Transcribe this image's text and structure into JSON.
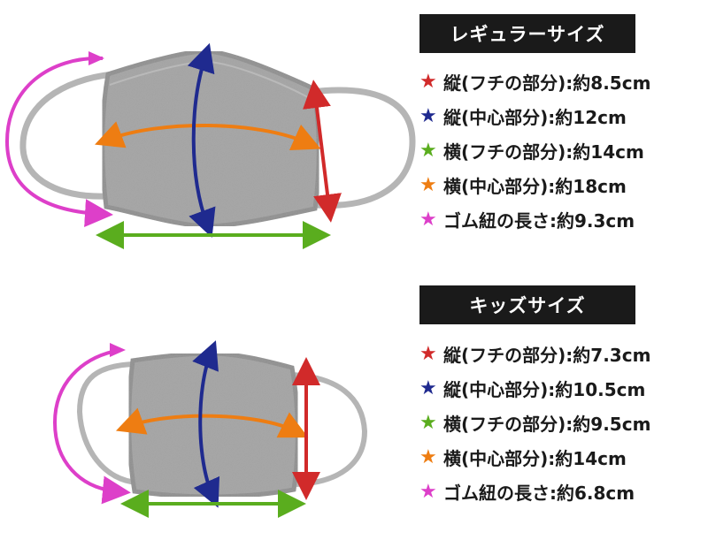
{
  "colors": {
    "red": "#d12a2a",
    "navy": "#1f2a8f",
    "green": "#5aad1e",
    "orange": "#ee7d12",
    "magenta": "#dd3fc9",
    "mask_gray": "#9a9a9a",
    "badge_bg": "#1a1a1a"
  },
  "regular": {
    "title": "レギュラーサイズ",
    "specs": [
      {
        "icon": "red-star-icon",
        "text": "縦(フチの部分):約8.5cm"
      },
      {
        "icon": "navy-star-icon",
        "text": "縦(中心部分):約12cm"
      },
      {
        "icon": "green-star-icon",
        "text": "横(フチの部分):約14cm"
      },
      {
        "icon": "orange-star-icon",
        "text": "横(中心部分):約18cm"
      },
      {
        "icon": "magenta-star-icon",
        "text": "ゴム紐の長さ:約9.3cm"
      }
    ]
  },
  "kids": {
    "title": "キッズサイズ",
    "specs": [
      {
        "icon": "red-star-icon",
        "text": "縦(フチの部分):約7.3cm"
      },
      {
        "icon": "navy-star-icon",
        "text": "縦(中心部分):約10.5cm"
      },
      {
        "icon": "green-star-icon",
        "text": "横(フチの部分):約9.5cm"
      },
      {
        "icon": "orange-star-icon",
        "text": "横(中心部分):約14cm"
      },
      {
        "icon": "magenta-star-icon",
        "text": "ゴム紐の長さ:約6.8cm"
      }
    ]
  },
  "star_glyph": "★"
}
